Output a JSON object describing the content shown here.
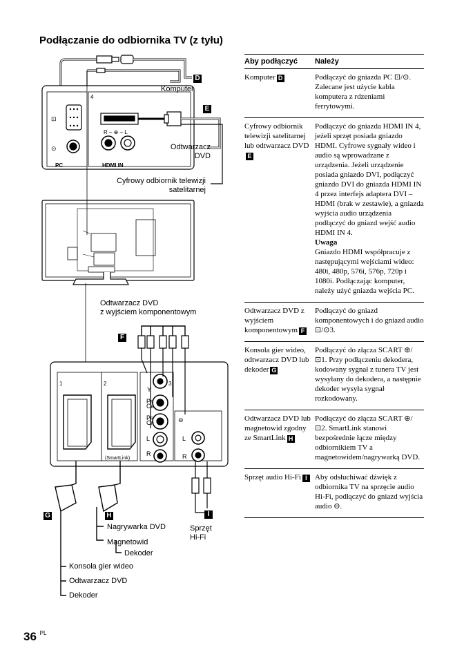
{
  "title": "Podłączanie do odbiornika TV (z tyłu)",
  "labels": {
    "komputer": "Komputer",
    "odtwarzacz_dvd": [
      "Odtwarzacz",
      "DVD"
    ],
    "satellite": [
      "Cyfrowy odbiornik telewizji",
      "satelitarnej"
    ],
    "component_dvd": [
      "Odtwarzacz DVD",
      "z wyjściem komponentowym"
    ],
    "nagrywarka": "Nagrywarka DVD",
    "magnetowid": "Magnetowid",
    "dekoder_small": "Dekoder",
    "sprzet": [
      "Sprzęt",
      "Hi-Fi"
    ],
    "konsola": "Konsola gier wideo",
    "odtwarzacz2": "Odtwarzacz DVD",
    "dekoder2": "Dekoder",
    "port_pc": "PC",
    "port_hdmi": "HDMI IN",
    "port_4": "4",
    "port_rl": "R – ⊕ – L",
    "scart1": "1",
    "scart2": "2",
    "comp3": "3",
    "smartlink": "(SmartLink)"
  },
  "badges": {
    "D": "D",
    "E": "E",
    "F": "F",
    "G": "G",
    "H": "H",
    "I": "I"
  },
  "table": {
    "headers": [
      "Aby podłączyć",
      "Należy"
    ],
    "rows": [
      {
        "device": "Komputer",
        "badge": "D",
        "action": "Podłączyć do gniazda PC ⊡/⊙. Zalecane jest użycie kabla komputera z rdzeniami ferrytowymi."
      },
      {
        "device": "Cyfrowy odbiornik telewizji satelitarnej lub odtwarzacz DVD",
        "badge": "E",
        "action": "Podłączyć do gniazda HDMI IN 4, jeżeli sprzęt posiada gniazdo HDMI. Cyfrowe sygnały wideo i audio są wprowadzane z urządzenia. Jeżeli urządzenie posiada gniazdo DVI, podłączyć gniazdo DVI do gniazda HDMI IN 4 przez interfejs adaptera DVI – HDMI (brak w zestawie), a gniazda wyjścia audio urządzenia podłączyć do gniazd wejść audio HDMI IN 4.",
        "note_title": "Uwaga",
        "note": "Gniazdo HDMI współpracuje z następującymi wejściami wideo: 480i, 480p, 576i, 576p, 720p i 1080i. Podłączając komputer, należy użyć gniazda wejścia PC."
      },
      {
        "device": "Odtwarzacz DVD z wyjściem komponentowym",
        "badge": "F",
        "action": "Podłączyć do gniazd komponentowych i do gniazd audio ⊡/⊙3."
      },
      {
        "device": "Konsola gier wideo, odtwarzacz DVD lub dekoder",
        "badge": "G",
        "action": "Podłączyć do złącza SCART ⊕/⊡1. Przy podłączeniu dekodera, kodowany sygnał z tunera TV jest wysyłany do dekodera, a następnie dekoder wysyła sygnał rozkodowany."
      },
      {
        "device": "Odtwarzacz DVD lub magnetowid zgodny ze SmartLink",
        "badge": "H",
        "action": "Podłączyć do złącza SCART ⊕/⊡2. SmartLink stanowi bezpośrednie łącze między odbiornikiem TV a magnetowidem/nagrywarką DVD."
      },
      {
        "device": "Sprzęt audio Hi-Fi",
        "badge": "I",
        "action": "Aby odsłuchiwać dźwięk z odbiornika TV na sprzęcie audio Hi-Fi, podłączyć do gniazd wyjścia audio ⊖."
      }
    ]
  },
  "page": {
    "number": "36",
    "lang": "PL"
  }
}
